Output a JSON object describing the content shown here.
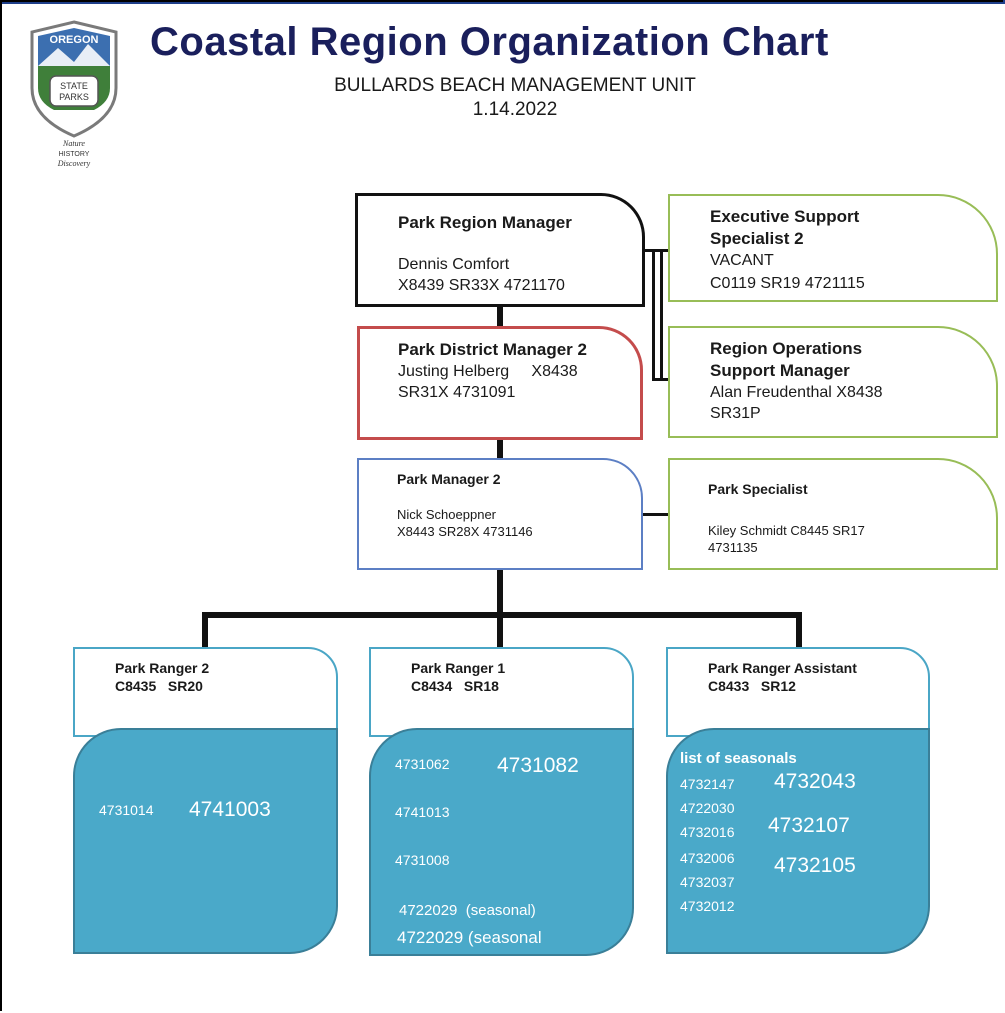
{
  "title": "Coastal Region Organization Chart",
  "subtitle": [
    "BULLARDS BEACH MANAGEMENT UNIT",
    "1.14.2022"
  ],
  "logo": {
    "top_text": "OREGON",
    "badge_text": [
      "STATE",
      "PARKS"
    ],
    "tagline": [
      "Nature",
      "HISTORY",
      "Discovery"
    ]
  },
  "nodes": {
    "region_manager": {
      "title": "Park Region Manager",
      "lines": [
        "Dennis Comfort",
        "X8439  SR33X  4721170"
      ]
    },
    "exec_support": {
      "title_lines": [
        "Executive Support",
        "Specialist 2"
      ],
      "lines": [
        "VACANT",
        "C0119  SR19  4721115"
      ]
    },
    "district_manager": {
      "title": "Park District Manager 2",
      "lines": [
        "Justing Helberg     X8438",
        "SR31X  4731091"
      ]
    },
    "ops_support": {
      "title_lines": [
        "Region Operations",
        "Support Manager"
      ],
      "lines": [
        "Alan Freudenthal X8438",
        "SR31P"
      ]
    },
    "park_manager": {
      "title": "Park Manager 2",
      "lines": [
        "Nick Schoeppner",
        "X8443  SR28X  4731146"
      ]
    },
    "park_specialist": {
      "title": "Park Specialist",
      "lines": [
        "Kiley Schmidt C8445  SR17",
        "4731135"
      ]
    },
    "ranger2": {
      "title": "Park Ranger 2",
      "code": "C8435   SR20"
    },
    "ranger1": {
      "title": "Park Ranger 1",
      "code": "C8434   SR18"
    },
    "ranger_assistant": {
      "title": "Park Ranger Assistant",
      "code": "C8433   SR12"
    }
  },
  "pools": {
    "ranger2": [
      "4731014",
      "4741003"
    ],
    "ranger1": [
      "4731062",
      "4731082",
      "4741013",
      "4731008",
      "4722029  (seasonal)",
      "4722029 (seasonal"
    ],
    "assistant": {
      "heading": "list of seasonals",
      "small": [
        "4732147",
        "4722030",
        "4732016",
        "4732006",
        "4732037",
        "4732012"
      ],
      "large": [
        "4732043",
        "4732107",
        "4732105"
      ]
    }
  },
  "colors": {
    "title": "#1a1f5c",
    "black_border": "#111111",
    "red_border": "#c44c4c",
    "blue_border": "#5c7fc4",
    "green_border": "#98bd57",
    "teal_border": "#4aa6c6",
    "pool_fill": "#4aa9c9"
  }
}
